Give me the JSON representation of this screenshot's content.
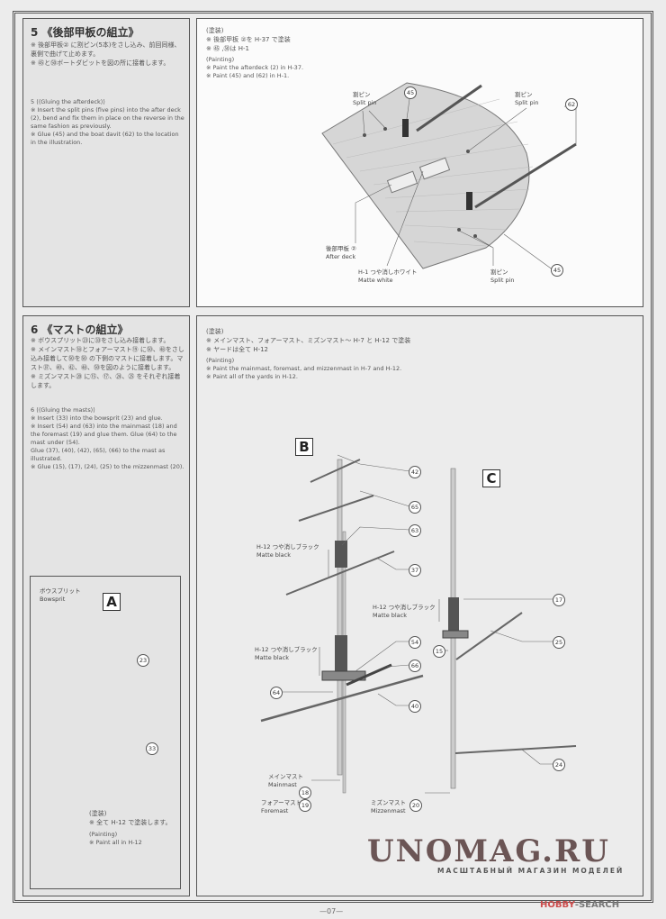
{
  "step5": {
    "title": "5 《後部甲板の組立》",
    "jp": [
      "※ 後部甲板② に割ピン(5本)をさし込み、前回同様、裏側で曲げて止めます。",
      "※ ㊺と㊿ボートダビットを図の所に接着します。"
    ],
    "en_title": "5 ⟨⟨Gluing the afterdeck⟩⟩",
    "en": [
      "※ Insert the split pins (five pins) into the after deck (2), bend and fix them in place on the reverse in the same fashion as previously.",
      "※ Glue (45) and the boat davit (62) to the location in the illustration."
    ],
    "painting_jp_title": "(塗装)",
    "painting_jp": [
      "※ 後部甲板 ②を H-37 で塗装",
      "※ ㊺ ,㊿は H-1"
    ],
    "painting_en_title": "(Painting)",
    "painting_en": [
      "※ Paint the afterdeck (2) in H-37.",
      "※ Paint (45) and (62) in H-1."
    ],
    "labels": {
      "split_pin_jp": "割ピン",
      "split_pin_en": "Split pin",
      "after_deck_jp": "後部甲板 ②",
      "after_deck_en": "After deck",
      "matte_white_jp": "H-1 つや消しホワイト",
      "matte_white_en": "Matte white",
      "n45": "45",
      "n62": "62"
    }
  },
  "step6": {
    "title": "6 《マストの組立》",
    "jp": [
      "※ ボウスプリット㉓に㉝をさし込み接着します。",
      "※ メインマスト⑱とフォアーマスト⑲ に㊿、㊽をさし込み接着して㊿を㊿ の下側のマストに接着します。マスト㊲、㊵、㊷、㊽、㊿を図のように接着します。",
      "※ ミズンマスト⑳ に⑮、⑰、㉔、㉕ をそれぞれ接着します。"
    ],
    "en_title": "6 ⟨⟨Gluing the masts⟩⟩",
    "en": [
      "※ Insert (33) into the bowsprit (23) and glue.",
      "※ Insert (54) and (63) into the mainmast (18) and the foremast (19) and glue them. Glue (64) to the mast under (54).",
      "Glue (37), (40), (42), (65), (66) to the mast as illustrated.",
      "※ Glue (15), (17), (24), (25) to the mizzenmast (20)."
    ],
    "painting_jp_title": "(塗装)",
    "painting_jp": [
      "※ メインマスト、フォアーマスト、ミズンマスト～ H-7 と H-12 で塗装",
      "※ ヤードは全て H-12"
    ],
    "painting_en_title": "(Painting)",
    "painting_en": [
      "※ Paint the mainmast, foremast, and mizzenmast in H-7 and H-12.",
      "※ Paint all of the yards in H-12."
    ],
    "bowsprit": {
      "jp": "ボウスプリット",
      "en": "Bowsprit",
      "letter": "A",
      "n23": "23",
      "n33": "33",
      "painting_jp_title": "(塗装)",
      "painting_jp": "※ 全て H-12 で塗装します。",
      "painting_en_title": "(Painting)",
      "painting_en": "※ Paint all in H-12"
    },
    "masts": {
      "letter_b": "B",
      "letter_c": "C",
      "matte_black_jp": "H-12 つや消しブラック",
      "matte_black_en": "Matte black",
      "mainmast_jp": "メインマスト",
      "mainmast_en": "Mainmast",
      "foremast_jp": "フォアーマスト",
      "foremast_en": "Foremast",
      "mizzen_jp": "ミズンマスト",
      "mizzen_en": "Mizzenmast",
      "nums": {
        "n42": "42",
        "n65": "65",
        "n63": "63",
        "n37": "37",
        "n54": "54",
        "n66": "66",
        "n64": "64",
        "n40": "40",
        "n17": "17",
        "n15": "15",
        "n25": "25",
        "n24": "24",
        "n18": "18",
        "n19": "19",
        "n20": "20"
      }
    }
  },
  "watermark": {
    "main": "UNOMAG.RU",
    "sub": "МАСШТАБНЫЙ МАГАЗИН МОДЕЛЕЙ",
    "hobby": "HOBBY",
    "search": "-SEARCH"
  },
  "page_number": "—07—"
}
